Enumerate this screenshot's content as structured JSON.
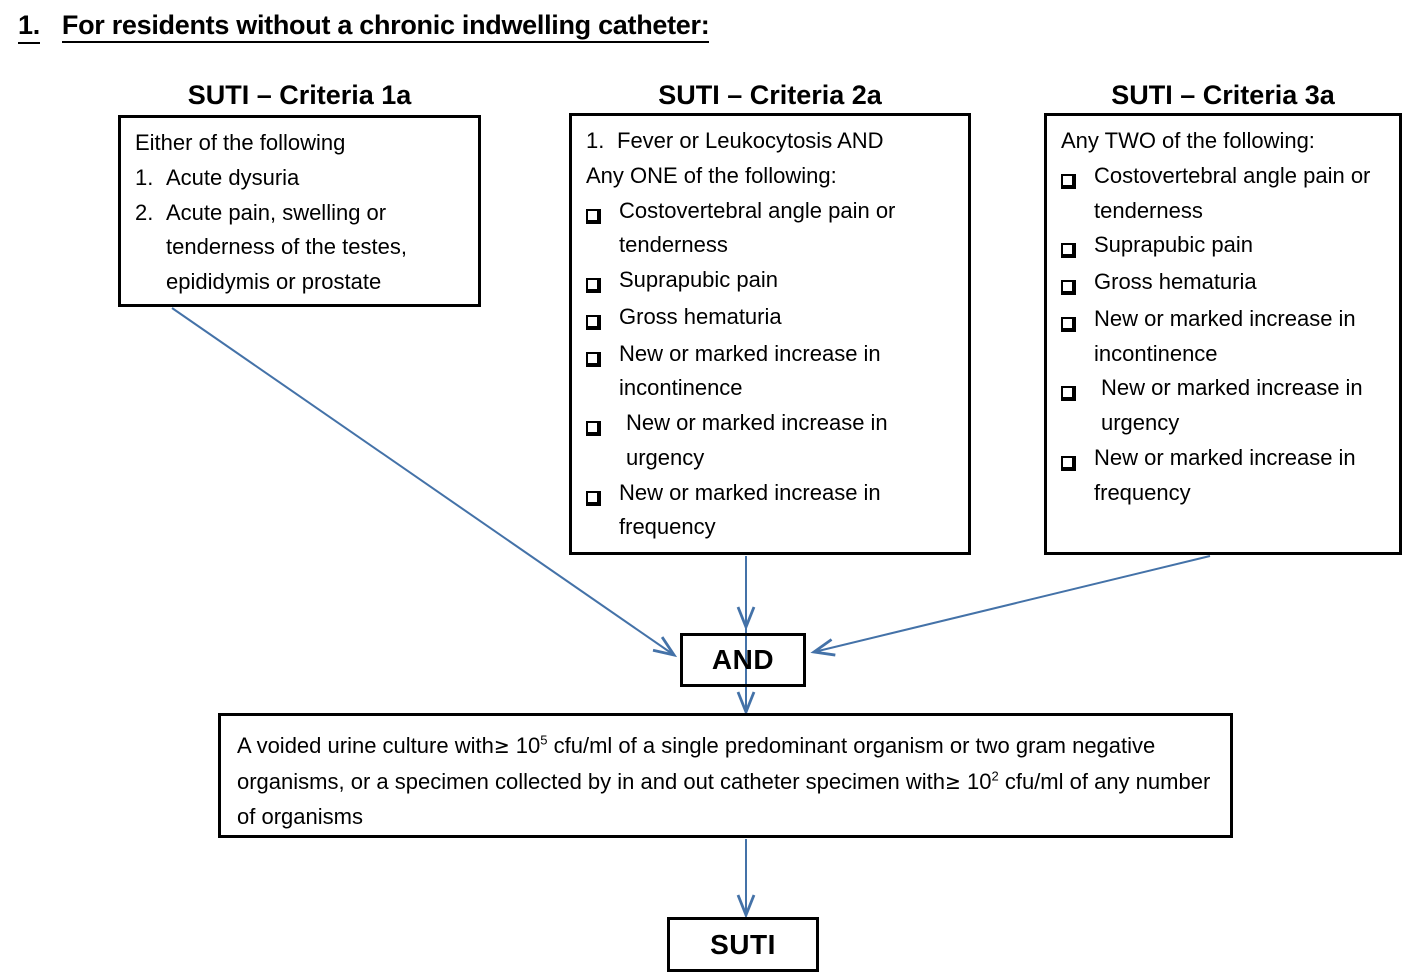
{
  "heading": {
    "number": "1.",
    "text": "For residents without a chronic indwelling catheter:"
  },
  "colors": {
    "arrow": "#4472a8",
    "box_border": "#000000",
    "text": "#000000",
    "background": "#ffffff"
  },
  "columns": [
    {
      "title": "SUTI – Criteria 1a",
      "intro": "Either of the following",
      "items": [
        {
          "marker": "1.",
          "type": "number",
          "text": "Acute dysuria"
        },
        {
          "marker": "2.",
          "type": "number",
          "text": "Acute pain, swelling or tenderness of the testes, epididymis or prostate"
        }
      ]
    },
    {
      "title": "SUTI – Criteria 2a",
      "first_line": {
        "marker": "1.",
        "text": "Fever or Leukocytosis  AND"
      },
      "intro": "Any ONE of the following:",
      "items": [
        {
          "marker": "checkbox",
          "type": "checkbox",
          "text": "Costovertebral angle pain or tenderness"
        },
        {
          "marker": "checkbox",
          "type": "checkbox",
          "text": "Suprapubic pain"
        },
        {
          "marker": "checkbox",
          "type": "checkbox",
          "text": "Gross hematuria"
        },
        {
          "marker": "checkbox",
          "type": "checkbox",
          "text": "New or marked increase in incontinence"
        },
        {
          "marker": "checkbox",
          "type": "checkbox",
          "text": " New or marked increase in urgency",
          "lead_space": true
        },
        {
          "marker": "checkbox",
          "type": "checkbox",
          "text": "New or marked increase in frequency"
        }
      ]
    },
    {
      "title": "SUTI – Criteria 3a",
      "intro": "Any TWO of the following:",
      "items": [
        {
          "marker": "checkbox",
          "type": "checkbox",
          "text": "Costovertebral angle pain or tenderness"
        },
        {
          "marker": "checkbox",
          "type": "checkbox",
          "text": "Suprapubic pain"
        },
        {
          "marker": "checkbox",
          "type": "checkbox",
          "text": "Gross hematuria"
        },
        {
          "marker": "checkbox",
          "type": "checkbox",
          "text": "New or marked increase in incontinence"
        },
        {
          "marker": "checkbox",
          "type": "checkbox",
          "text": " New or marked increase in urgency",
          "lead_space": true
        },
        {
          "marker": "checkbox",
          "type": "checkbox",
          "text": "New or marked increase in frequency"
        }
      ]
    }
  ],
  "and_node": {
    "label": "AND"
  },
  "culture_node": {
    "segment_1": "A voided urine culture with",
    "ge_1": "≥",
    "base_1": "10",
    "exp_1": "5",
    "segment_2": "cfu/ml of a single predominant organism or two gram negative organisms, or a specimen collected by in and out catheter specimen with",
    "ge_2": "≥",
    "base_2": "10",
    "exp_2": "2",
    "segment_3": "cfu/ml of any number of organisms",
    "full_text": "A voided urine culture with ≥ 10⁵ cfu/ml of a single predominant organism or two gram negative organisms, or a specimen collected by in and out catheter specimen with ≥ 10² cfu/ml of any number of organisms"
  },
  "result_node": {
    "label": "SUTI"
  },
  "arrows": [
    {
      "name": "criteria-1a-to-and",
      "from": "box-1a bottom-left",
      "to": "and-box left"
    },
    {
      "name": "criteria-2a-to-and",
      "from": "box-2a bottom-center",
      "to": "and-box top"
    },
    {
      "name": "criteria-3a-to-and",
      "from": "box-3a bottom-right",
      "to": "and-box right"
    },
    {
      "name": "and-to-culture",
      "from": "and-box bottom",
      "to": "culture-box top"
    },
    {
      "name": "culture-to-suti",
      "from": "culture-box bottom",
      "to": "suti-box top"
    }
  ]
}
